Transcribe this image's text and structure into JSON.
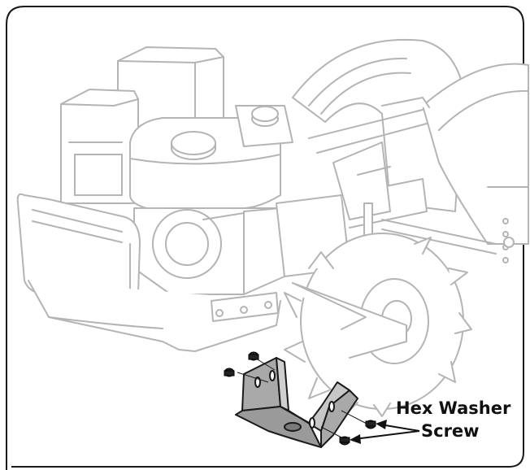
{
  "callout": {
    "line1": "Hex Washer",
    "line2": "Screw"
  },
  "colors": {
    "frame": "#1a1a1a",
    "machine_outline": "#b4b4b4",
    "bracket_fill": "#a9a9a9",
    "screw_fill": "#222222",
    "text": "#111111"
  },
  "icons": [
    "tiller-machine-illustration",
    "mounting-bracket",
    "hex-washer-screw",
    "callout-arrow"
  ]
}
